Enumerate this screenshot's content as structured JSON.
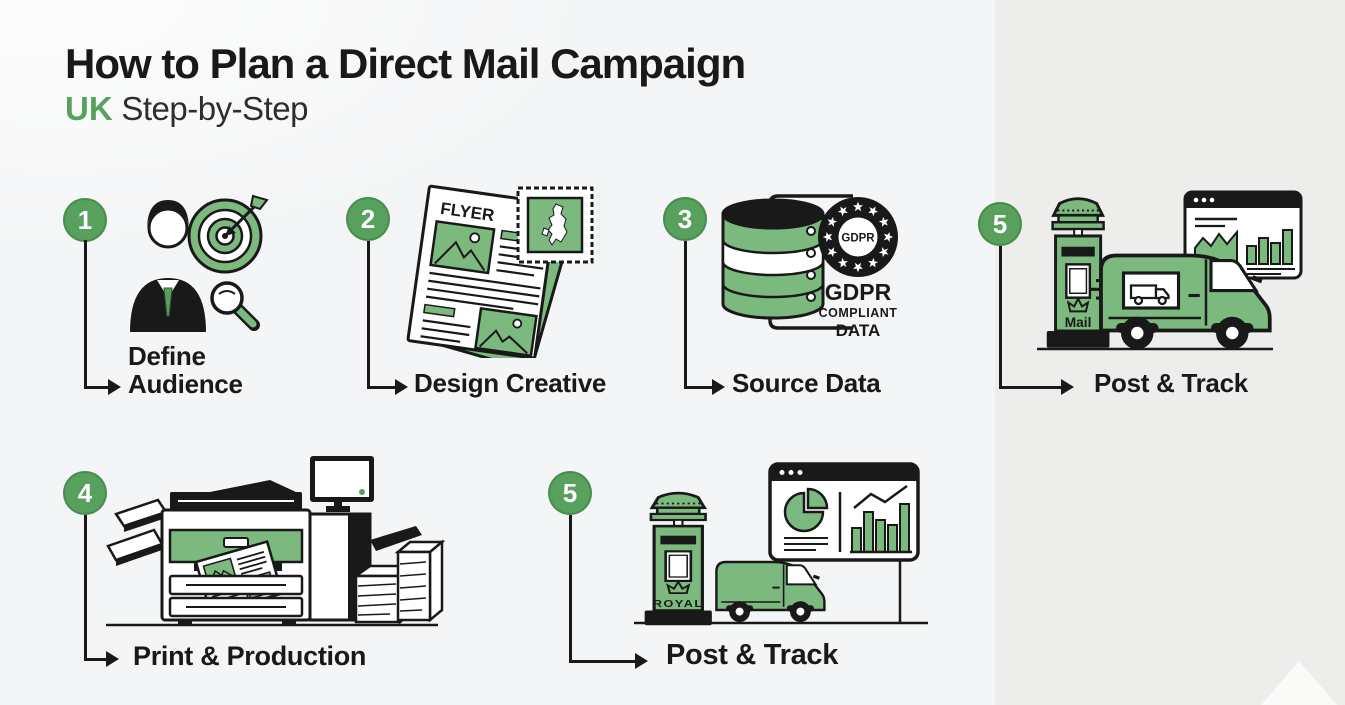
{
  "page": {
    "title": "How to Plan a Direct Mail Campaign",
    "subtitle_accent": "UK",
    "subtitle_rest": " Step-by-Step"
  },
  "colors": {
    "accent_green": "#57a15d",
    "illustration_green": "#7cb97e",
    "ink": "#191919",
    "background": "#f4f5f6",
    "background_right": "#ededec"
  },
  "steps": [
    {
      "id": "define-audience",
      "number": "1",
      "label": "Define Audience"
    },
    {
      "id": "design-creative",
      "number": "2",
      "label": "Design Creative",
      "flyer_title": "FLYER"
    },
    {
      "id": "source-data",
      "number": "3",
      "label": "Source Data",
      "gdpr_badge": "GDPR",
      "gdpr_line1": "GDPR",
      "gdpr_line2": "COMPLIANT",
      "gdpr_line3": "DATA"
    },
    {
      "id": "post-track-top",
      "number": "5",
      "label": "Post & Track",
      "postbox_text": "Mail"
    },
    {
      "id": "print-production",
      "number": "4",
      "label": "Print & Production"
    },
    {
      "id": "post-track-bottom",
      "number": "5",
      "label": "Post & Track",
      "postbox_text": "ROYAL"
    }
  ]
}
